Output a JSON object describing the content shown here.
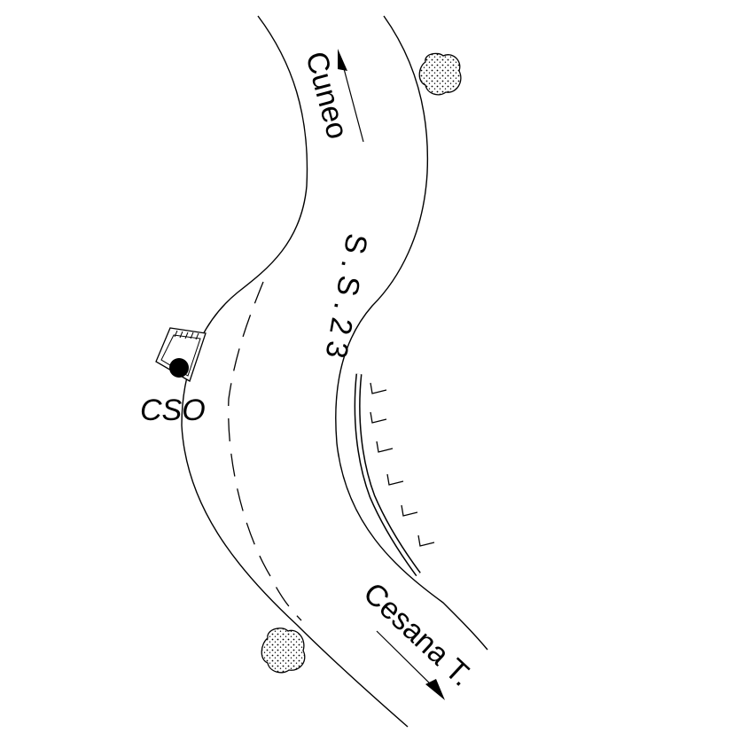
{
  "labels": {
    "north_destination": "Cuneo",
    "road_name": "S.S.23",
    "south_destination": "Cesana T.",
    "station": "CSO"
  },
  "colors": {
    "line": "#000000",
    "background": "#ffffff",
    "tree_fill": "#ffffff"
  },
  "icons": {
    "north_arrow": "arrow-up-icon",
    "south_arrow": "arrow-down-icon",
    "station_marker": "filled-circle-icon",
    "trees": "tree-icon"
  }
}
